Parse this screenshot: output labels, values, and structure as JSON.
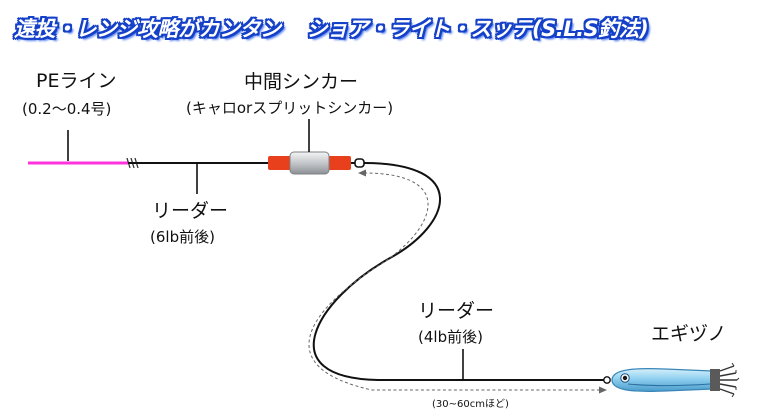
{
  "banner": {
    "left": "遠投・レンジ攻略がカンタン",
    "right": "ショア・ライト・スッテ(S.L.S釣法)"
  },
  "labels": {
    "pe_line": "PEライン",
    "pe_line_spec": "(0.2～0.4号)",
    "sinker": "中間シンカー",
    "sinker_spec": "(キャロorスプリットシンカー)",
    "leader1": "リーダー",
    "leader1_spec": "(6lb前後)",
    "leader2": "リーダー",
    "leader2_spec": "(4lb前後)",
    "egi": "エギヅノ",
    "distance": "(30~60cmほど)"
  },
  "colors": {
    "banner_text": "#ffffff",
    "banner_outline": "#1540c8",
    "pe_line": "#ff33dd",
    "leader": "#111111",
    "sinker_tube": "#e8401c",
    "sinker_body": "#c9cccf",
    "egi_body": "#8fd0f0"
  }
}
